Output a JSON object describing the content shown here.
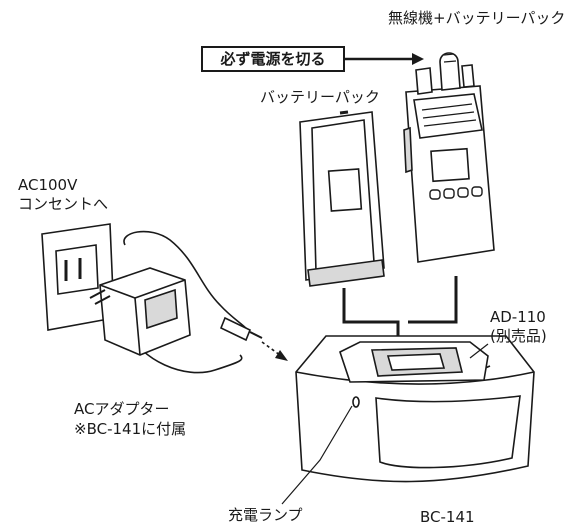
{
  "labels": {
    "radio_pack": "無線機+バッテリーパック",
    "power_off": "必ず電源を切る",
    "battery_pack": "バッテリーパック",
    "ac_outlet_line1": "AC100V",
    "ac_outlet_line2": "コンセントへ",
    "adapter_line1": "ACアダプター",
    "adapter_line2": "※BC-141に付属",
    "ad110_line1": "AD-110",
    "ad110_line2": "(別売品)",
    "charge_lamp": "充電ランプ",
    "charger_model": "BC-141"
  },
  "colors": {
    "line": "#1a1a1a",
    "fill": "#ffffff",
    "shade": "#d9d9d9"
  }
}
